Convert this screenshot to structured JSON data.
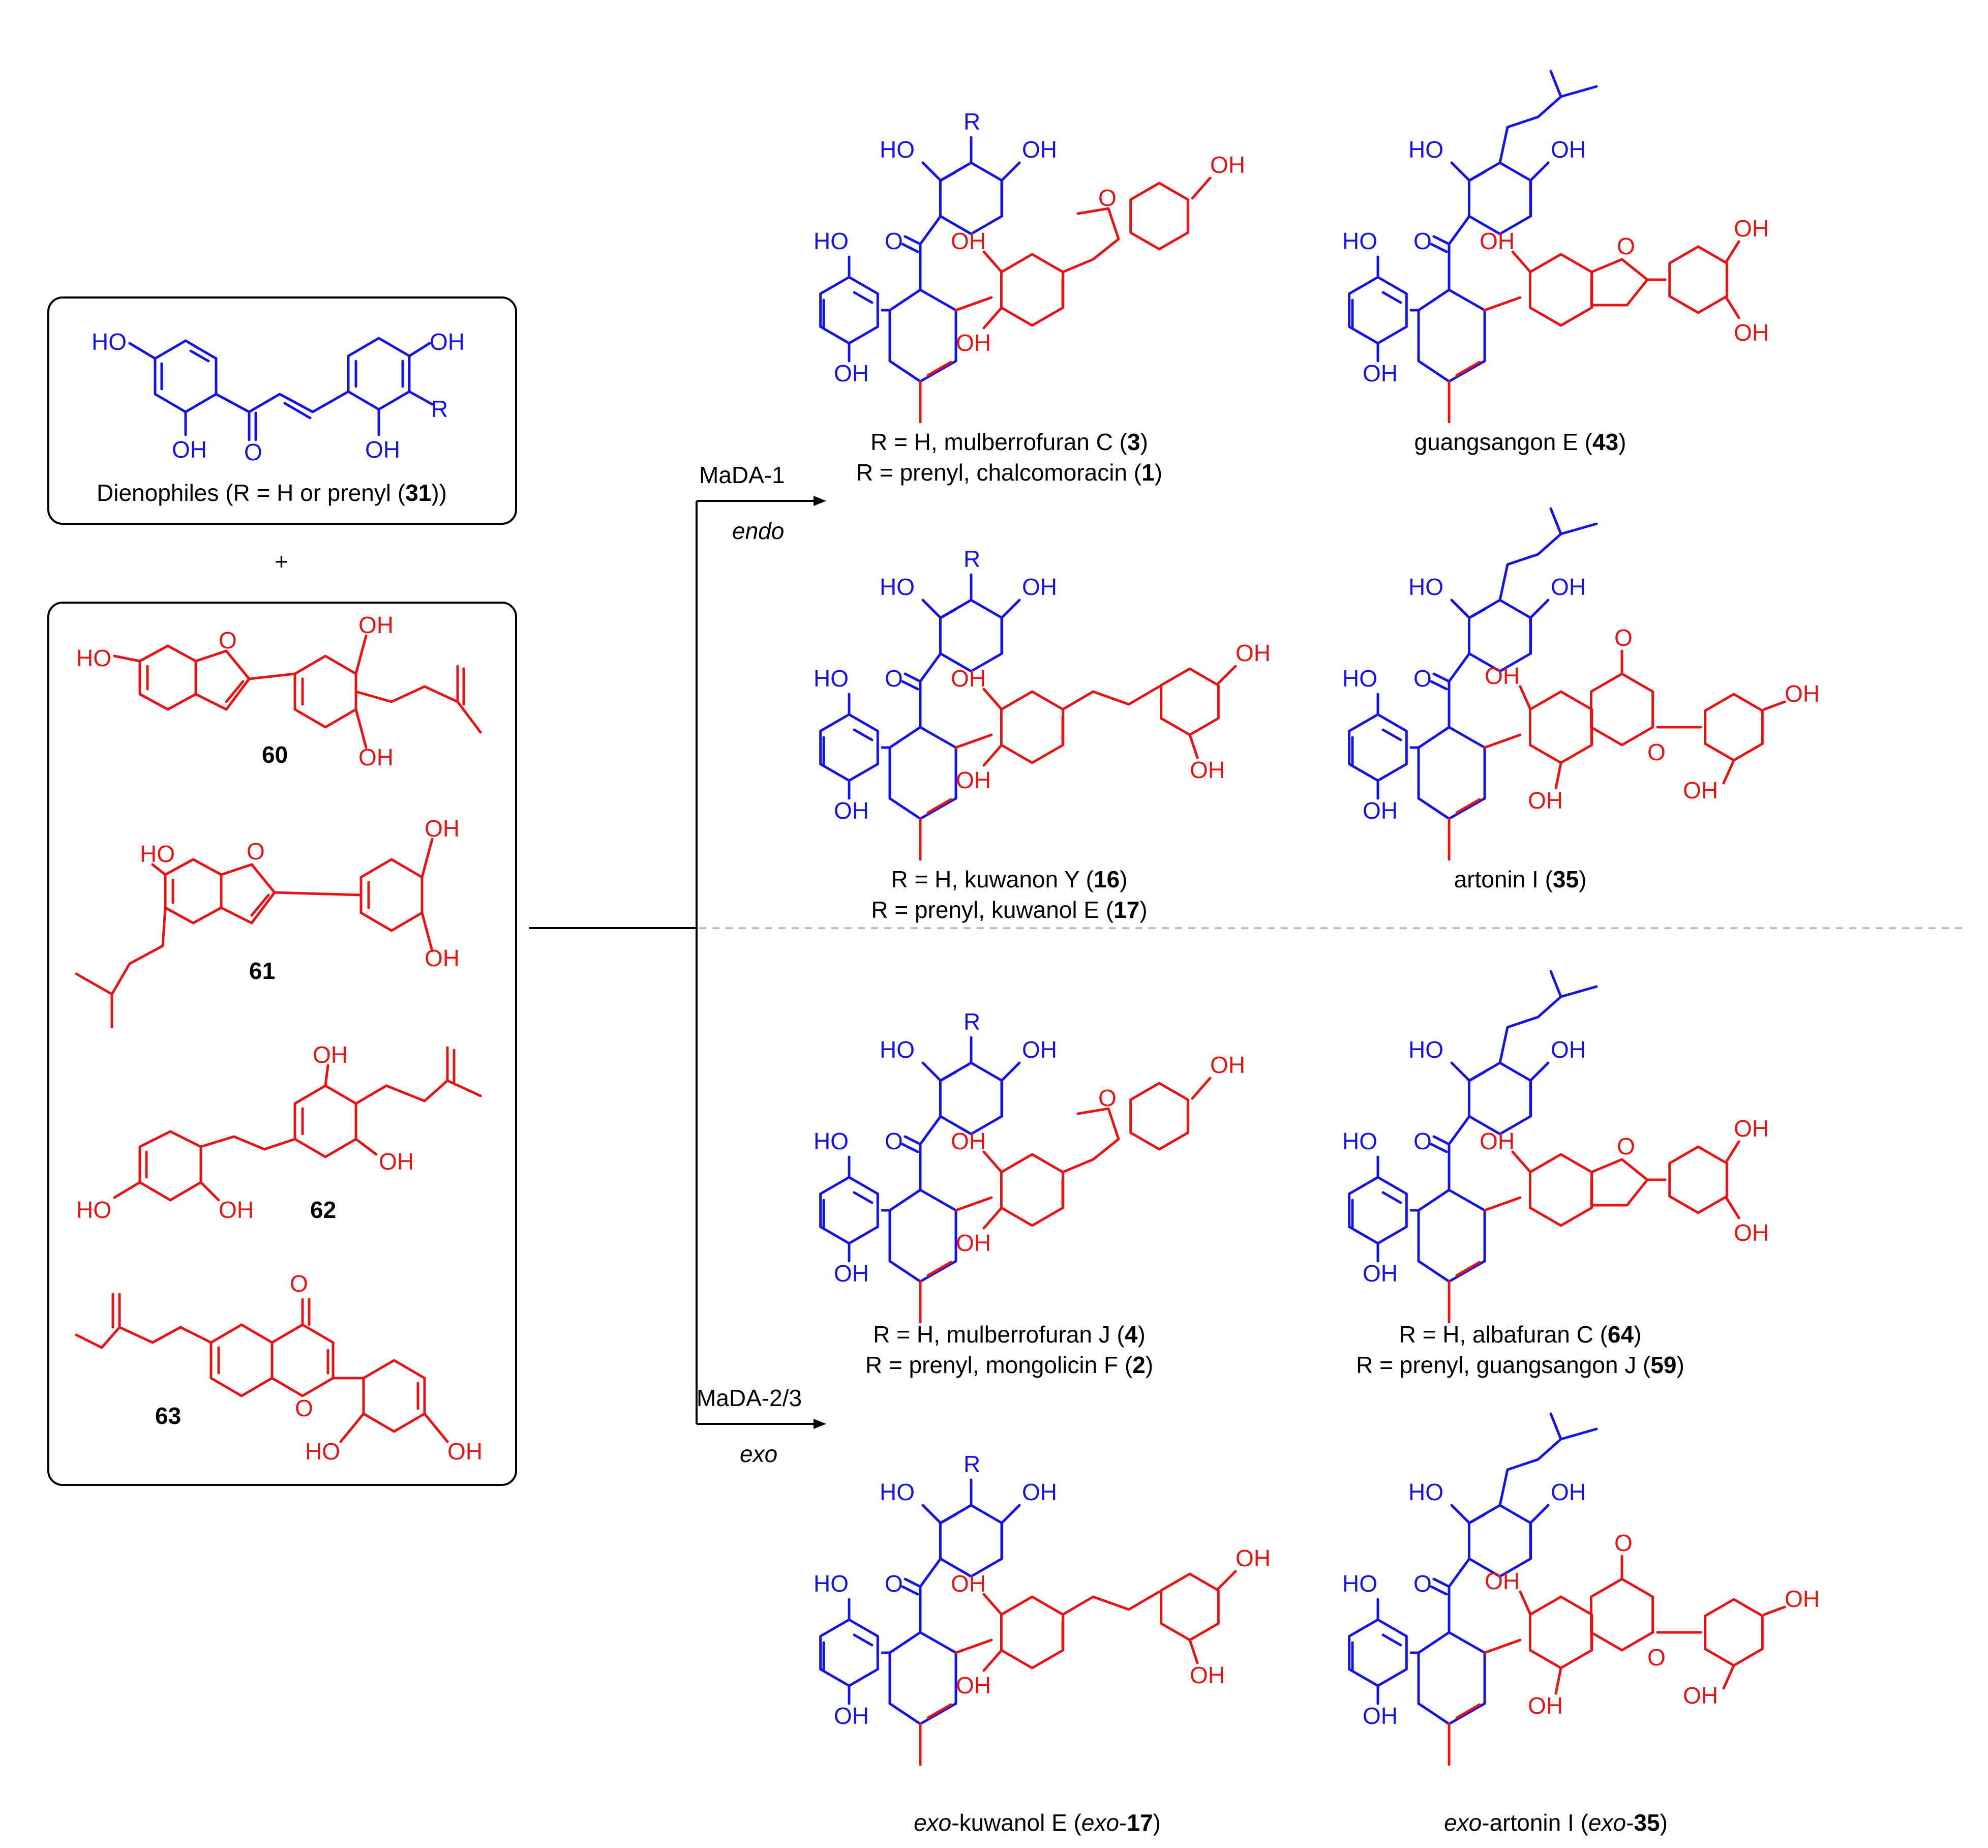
{
  "dienophile_box": {
    "atoms": [
      "HO",
      "OH",
      "OH",
      "O",
      "R",
      "OH"
    ],
    "caption_parts": [
      "Dienophiles (R = H or prenyl (",
      "31",
      "))"
    ]
  },
  "plus": "+",
  "dienes": [
    {
      "id": "60",
      "atoms": [
        "HO",
        "O",
        "OH",
        "OH"
      ]
    },
    {
      "id": "61",
      "atoms": [
        "HO",
        "O",
        "OH",
        "OH"
      ]
    },
    {
      "id": "62",
      "atoms": [
        "OH",
        "OH",
        "HO",
        "OH"
      ]
    },
    {
      "id": "63",
      "atoms": [
        "O",
        "O",
        "HO",
        "OH"
      ]
    }
  ],
  "arrows": {
    "top": {
      "enzyme": "MaDA-1",
      "selectivity": "endo"
    },
    "bottom": {
      "enzyme": "MaDA-2/3",
      "selectivity": "exo"
    }
  },
  "products": [
    {
      "key": "p1",
      "lines": [
        [
          "R = H, mulberrofuran C (",
          "3",
          ")"
        ],
        [
          "R = prenyl, chalcomoracin (",
          "1",
          ")"
        ]
      ]
    },
    {
      "key": "p2",
      "lines": [
        [
          "guangsangon E (",
          "43",
          ")"
        ]
      ]
    },
    {
      "key": "p3",
      "lines": [
        [
          "R = H, kuwanon Y (",
          "16",
          ")"
        ],
        [
          "R = prenyl, kuwanol E (",
          "17",
          ")"
        ]
      ]
    },
    {
      "key": "p4",
      "lines": [
        [
          "artonin I (",
          "35",
          ")"
        ]
      ]
    },
    {
      "key": "p5",
      "lines": [
        [
          "R = H, mulberrofuran J (",
          "4",
          ")"
        ],
        [
          "R = prenyl, mongolicin F (",
          "2",
          ")"
        ]
      ]
    },
    {
      "key": "p6",
      "lines": [
        [
          "R = H, albafuran C (",
          "64",
          ")"
        ],
        [
          "R = prenyl, guangsangon J (",
          "59",
          ")"
        ]
      ]
    },
    {
      "key": "p7",
      "lines": [
        [
          "exo",
          "-kuwanol E (",
          "exo",
          "-",
          "17",
          ")"
        ]
      ]
    },
    {
      "key": "p8",
      "lines": [
        [
          "exo",
          "-artonin I (",
          "exo",
          "-",
          "35",
          ")"
        ]
      ]
    }
  ],
  "product_atoms": {
    "common_blue": [
      "HO",
      "OH",
      "HO",
      "OH",
      "O"
    ],
    "r_label": "R",
    "red_oh": "OH",
    "red_o": "O"
  }
}
